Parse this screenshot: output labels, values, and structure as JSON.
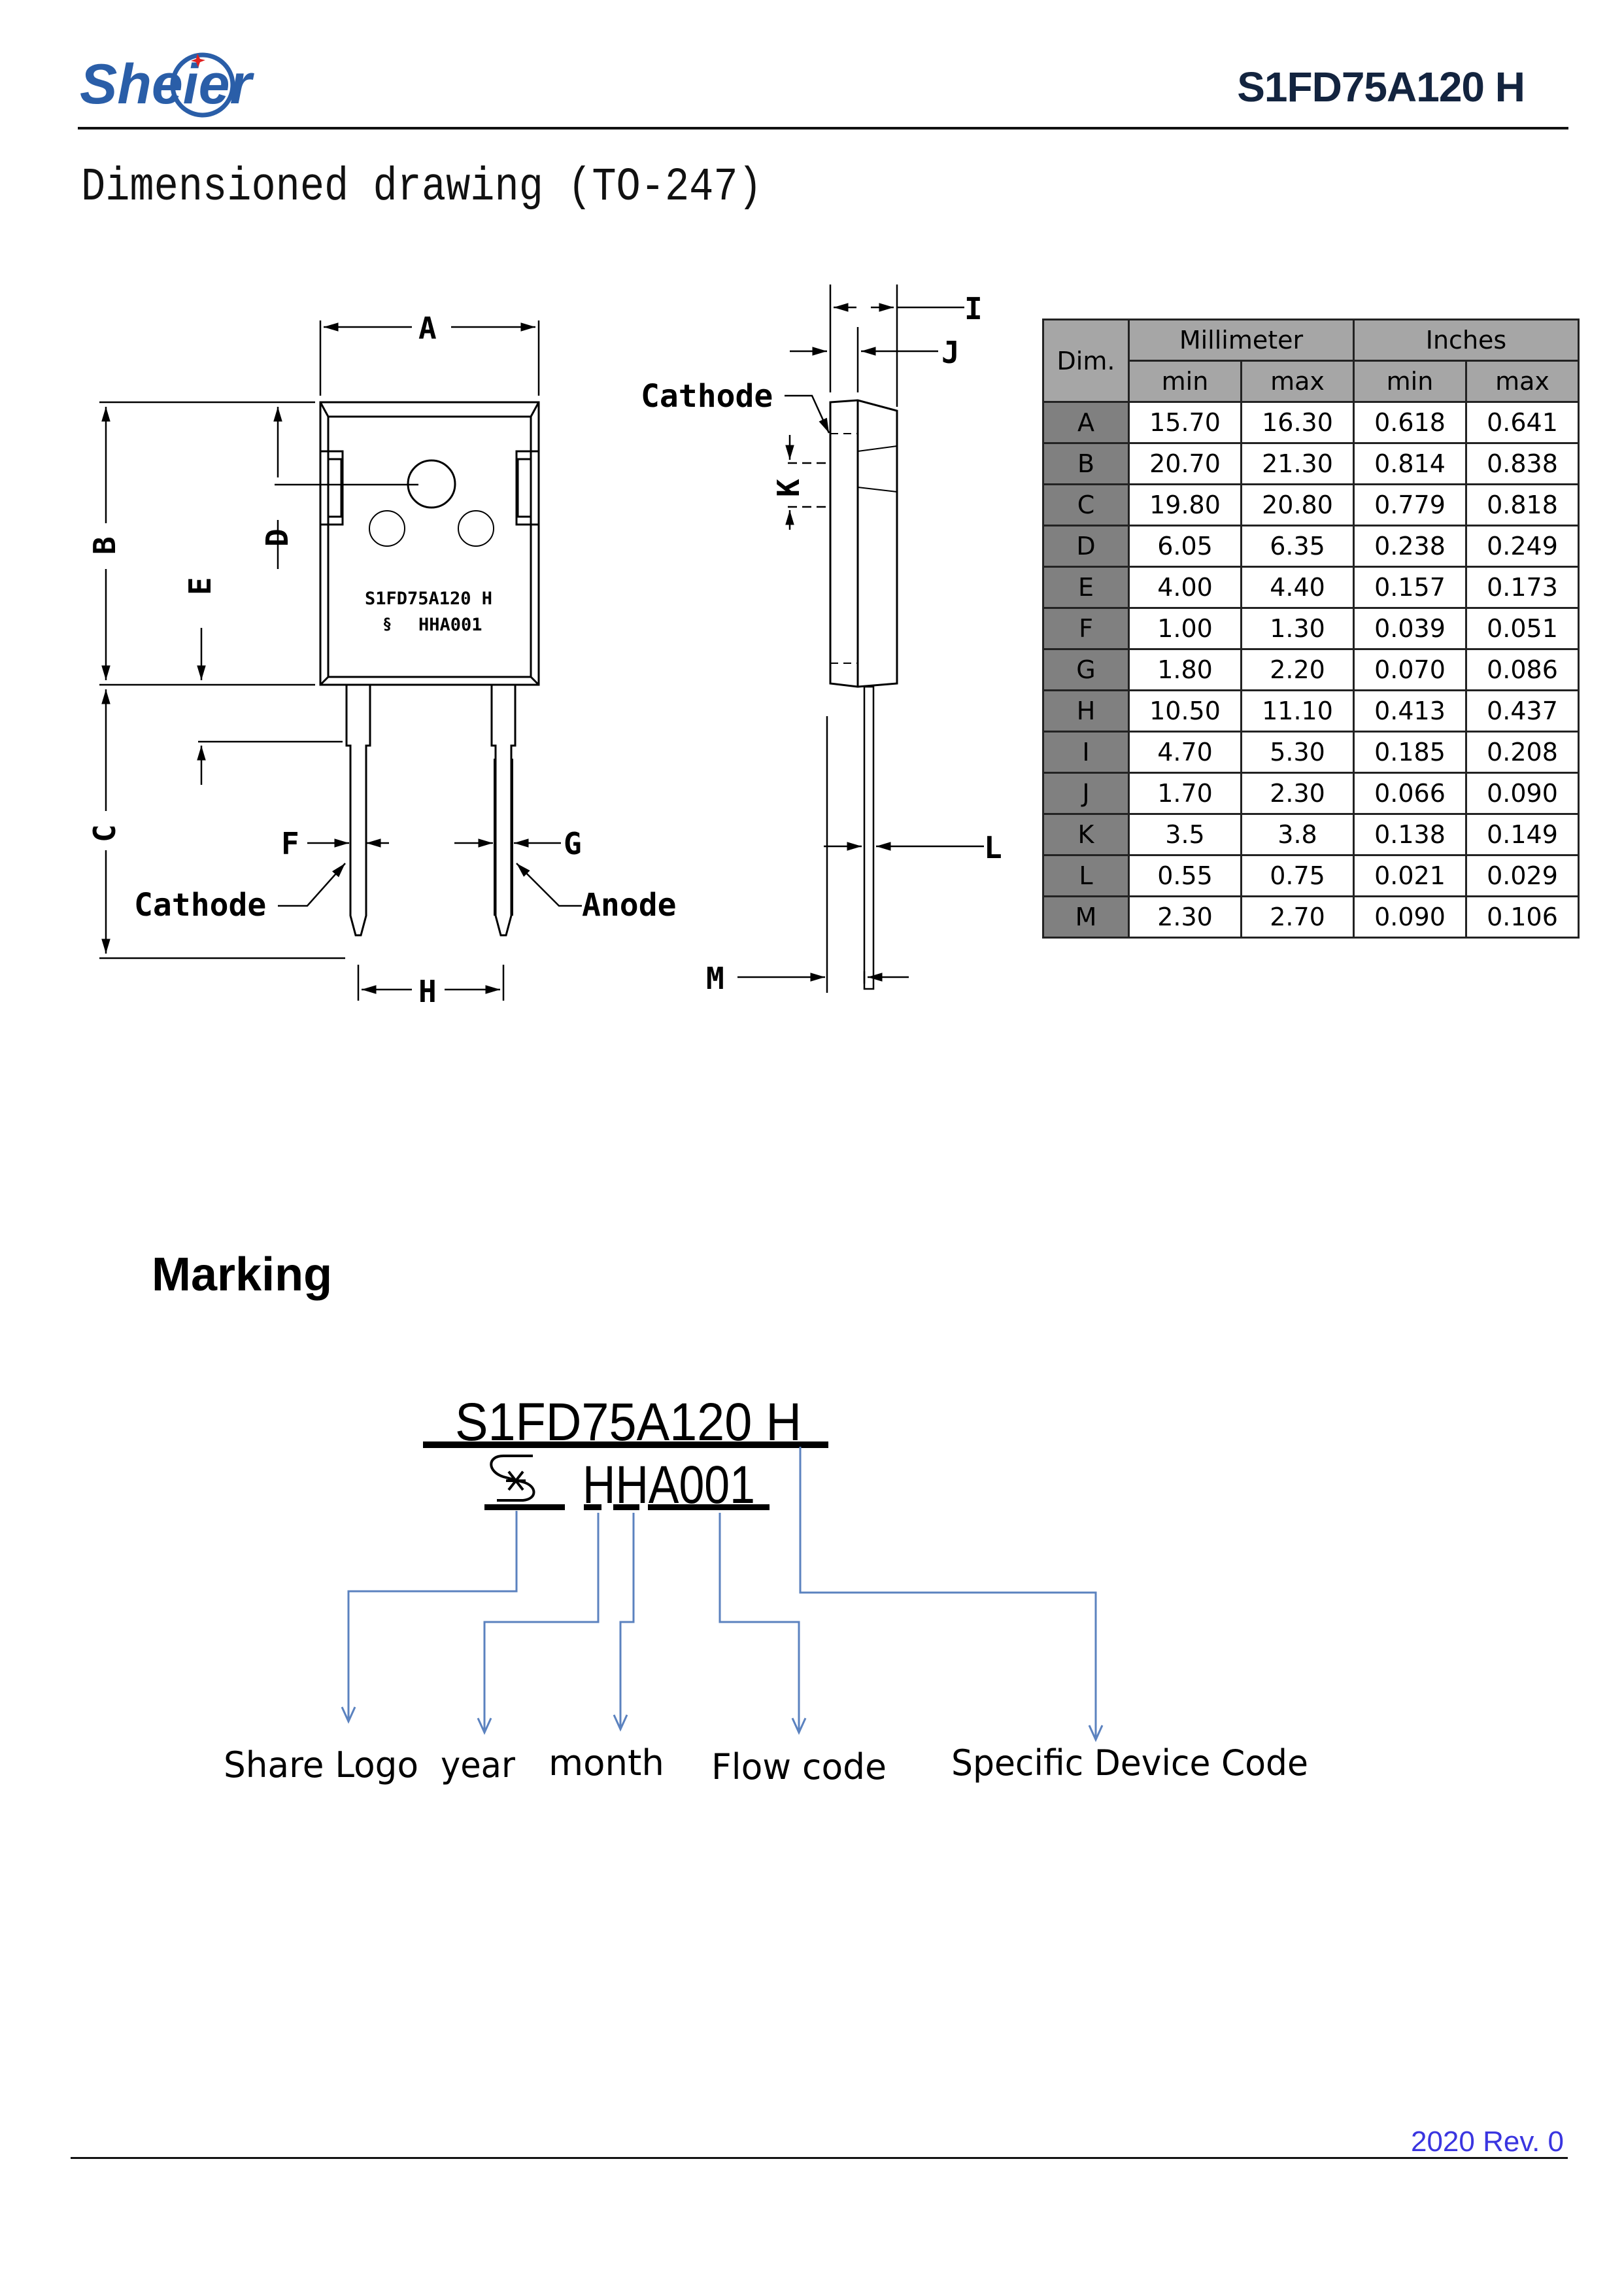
{
  "header": {
    "logo_text": "Sheier",
    "part_number": "S1FD75A120 H"
  },
  "section": {
    "title": "Dimensioned drawing (TO-247)"
  },
  "drawing": {
    "front_view": {
      "dimension_labels": [
        "A",
        "B",
        "C",
        "D",
        "E",
        "F",
        "G",
        "H"
      ],
      "body_marking_line1": "S1FD75A120 H",
      "body_marking_line2": "HHA001",
      "pin_labels": {
        "left": "Cathode",
        "right": "Anode"
      }
    },
    "side_view": {
      "dimension_labels": [
        "I",
        "J",
        "K",
        "L",
        "M"
      ],
      "tab_label": "Cathode"
    }
  },
  "dimensions_table": {
    "header_dim": "Dim.",
    "group_headers": [
      "Millimeter",
      "Inches"
    ],
    "sub_headers": [
      "min",
      "max",
      "min",
      "max"
    ],
    "rows": [
      {
        "dim": "A",
        "mm_min": "15.70",
        "mm_max": "16.30",
        "in_min": "0.618",
        "in_max": "0.641"
      },
      {
        "dim": "B",
        "mm_min": "20.70",
        "mm_max": "21.30",
        "in_min": "0.814",
        "in_max": "0.838"
      },
      {
        "dim": "C",
        "mm_min": "19.80",
        "mm_max": "20.80",
        "in_min": "0.779",
        "in_max": "0.818"
      },
      {
        "dim": "D",
        "mm_min": "6.05",
        "mm_max": "6.35",
        "in_min": "0.238",
        "in_max": "0.249"
      },
      {
        "dim": "E",
        "mm_min": "4.00",
        "mm_max": "4.40",
        "in_min": "0.157",
        "in_max": "0.173"
      },
      {
        "dim": "F",
        "mm_min": "1.00",
        "mm_max": "1.30",
        "in_min": "0.039",
        "in_max": "0.051"
      },
      {
        "dim": "G",
        "mm_min": "1.80",
        "mm_max": "2.20",
        "in_min": "0.070",
        "in_max": "0.086"
      },
      {
        "dim": "H",
        "mm_min": "10.50",
        "mm_max": "11.10",
        "in_min": "0.413",
        "in_max": "0.437"
      },
      {
        "dim": "I",
        "mm_min": "4.70",
        "mm_max": "5.30",
        "in_min": "0.185",
        "in_max": "0.208"
      },
      {
        "dim": "J",
        "mm_min": "1.70",
        "mm_max": "2.30",
        "in_min": "0.066",
        "in_max": "0.090"
      },
      {
        "dim": "K",
        "mm_min": "3.5",
        "mm_max": "3.8",
        "in_min": "0.138",
        "in_max": "0.149"
      },
      {
        "dim": "L",
        "mm_min": "0.55",
        "mm_max": "0.75",
        "in_min": "0.021",
        "in_max": "0.029"
      },
      {
        "dim": "M",
        "mm_min": "2.30",
        "mm_max": "2.70",
        "in_min": "0.090",
        "in_max": "0.106"
      }
    ]
  },
  "marking": {
    "title": "Marking",
    "line1": "S1FD75A120 H",
    "line2": "HHA001",
    "labels": [
      "Share Logo",
      "year",
      "month",
      "Flow code",
      "Specific Device Code"
    ]
  },
  "footer": {
    "revision": "2020  Rev. 0"
  },
  "colors": {
    "brand_blue": "#2a5ea8",
    "logo_accent_red": "#e02020",
    "title_navy": "#13243f",
    "table_header_gray": "#a6a6a6",
    "table_dim_gray": "#808080",
    "connector_blue": "#5b82bf",
    "footer_blue": "#3a35e0"
  }
}
